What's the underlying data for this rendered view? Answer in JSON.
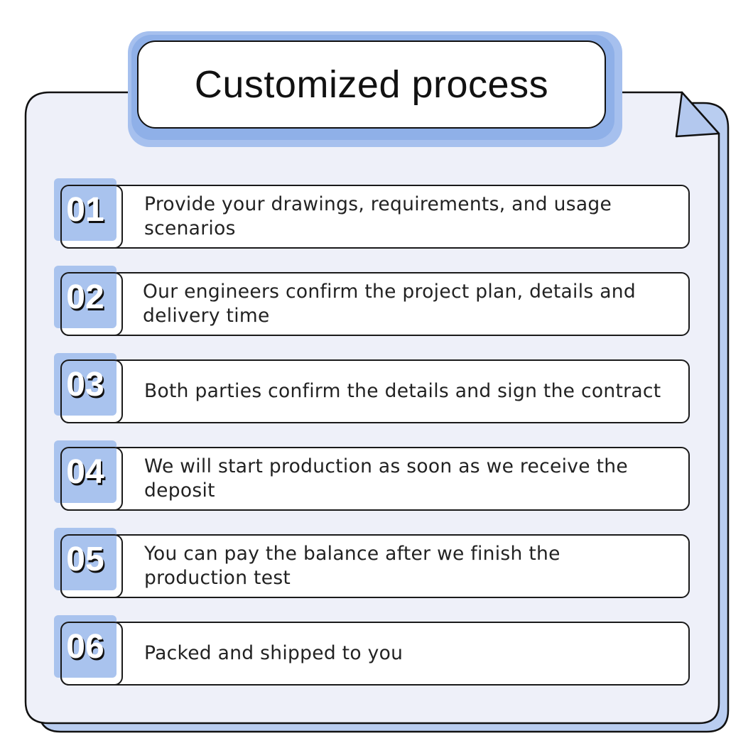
{
  "title": "Customized process",
  "steps": [
    {
      "number": "01",
      "text": "Provide your drawings, requirements, and usage scenarios"
    },
    {
      "number": "02",
      "text": "Our engineers confirm the project plan, details and delivery time"
    },
    {
      "number": "03",
      "text": "Both parties confirm the details and sign the contract"
    },
    {
      "number": "04",
      "text": "We will start production as soon as we receive the deposit"
    },
    {
      "number": "05",
      "text": "You can pay the balance after we finish the production test"
    },
    {
      "number": "06",
      "text": "Packed and shipped to you"
    }
  ],
  "colors": {
    "accent": "#a9c3ee",
    "panel": "#eef0f9",
    "outline": "#111111"
  }
}
